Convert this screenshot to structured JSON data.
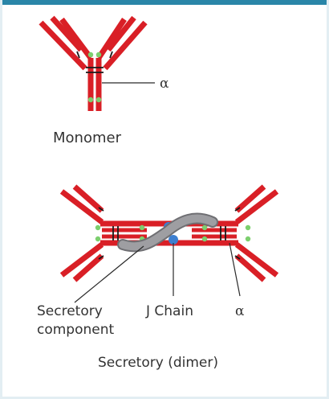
{
  "colors": {
    "chain": "#d91f26",
    "disulfide": "#1a1a1a",
    "glycan": "#7ccf6e",
    "secretory_component": "#9e9ea2",
    "j_chain": "#3d7fd0",
    "leader": "#2a2a2a",
    "text": "#333333",
    "top_bar": "#2a86a8"
  },
  "monomer": {
    "caption": "Monomer",
    "alpha_label": "α"
  },
  "dimer": {
    "caption": "Secretory (dimer)",
    "secretory_component_label_line1": "Secretory",
    "secretory_component_label_line2": "component",
    "j_chain_label": "J Chain",
    "alpha_label": "α"
  }
}
